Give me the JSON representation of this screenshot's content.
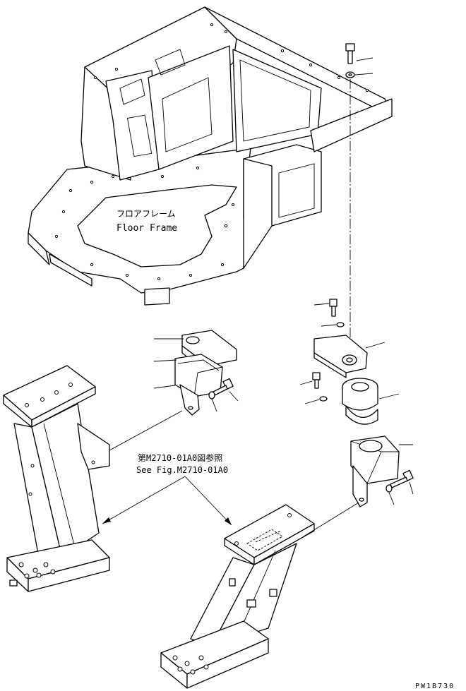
{
  "labels": {
    "floor_frame_jp": "フロアフレーム",
    "floor_frame_en": "Floor Frame",
    "see_fig_jp": "第M2710-01A0図参照",
    "see_fig_en": "See Fig.M2710-01A0",
    "drawing_code": "PW1B730"
  },
  "icons": {
    "bolt": "hex-bolt-icon",
    "washer": "washer-icon",
    "mount": "rubber-mount-icon"
  }
}
